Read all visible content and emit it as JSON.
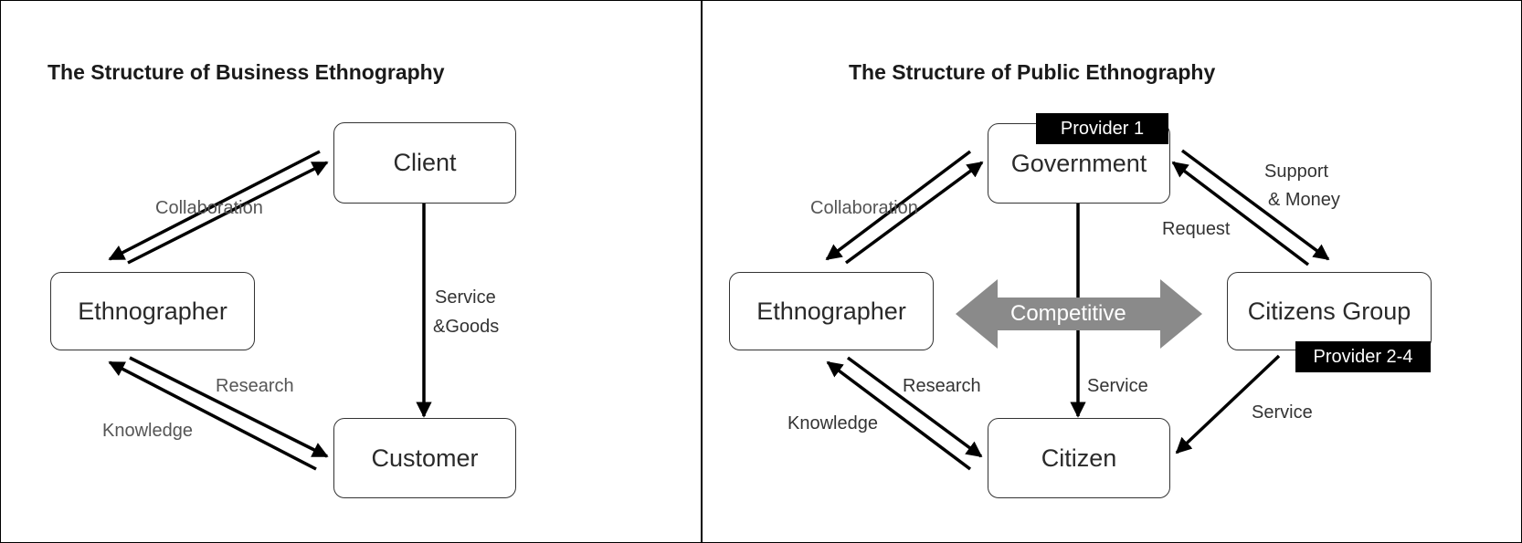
{
  "left_panel": {
    "title": "The Structure of Business Ethnography",
    "nodes": {
      "client": "Client",
      "ethnographer": "Ethnographer",
      "customer": "Customer"
    },
    "edge_labels": {
      "collaboration": "Collaboration",
      "service_goods_line1": "Service",
      "service_goods_line2": "&Goods",
      "research": "Research",
      "knowledge": "Knowledge"
    }
  },
  "right_panel": {
    "title": "The Structure of Public Ethnography",
    "nodes": {
      "government": "Government",
      "ethnographer": "Ethnographer",
      "citizens_group": "Citizens Group",
      "citizen": "Citizen"
    },
    "badges": {
      "provider_1": "Provider 1",
      "provider_2_4": "Provider 2-4"
    },
    "competitive_label": "Competitive",
    "edge_labels": {
      "collaboration": "Collaboration",
      "support_money_line1": "Support",
      "support_money_line2": "& Money",
      "request": "Request",
      "research": "Research",
      "knowledge": "Knowledge",
      "service_center": "Service",
      "service_right": "Service"
    }
  },
  "colors": {
    "competitive_arrow": "#8a8a8a",
    "badge_bg": "#000000"
  }
}
